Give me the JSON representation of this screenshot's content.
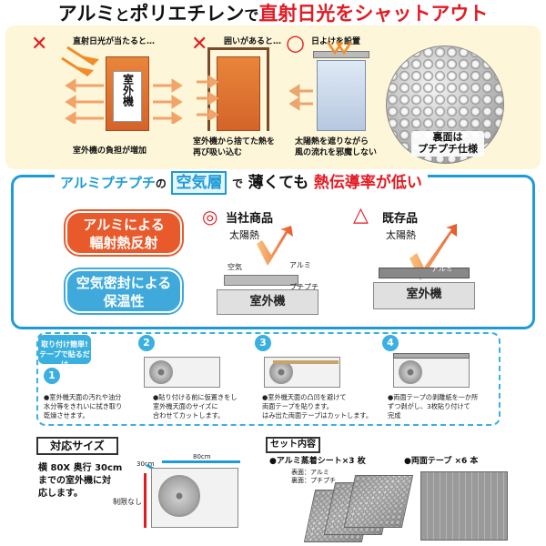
{
  "header": {
    "part1": "アルミ",
    "part2": "と",
    "part3": "ポリエチレン",
    "part4": "で",
    "part5": "直射日光をシャットアウト"
  },
  "top": {
    "panel1": {
      "mark": "✕",
      "label": "直射日光が当たると…",
      "unit": "室外機",
      "caption": "室外機の負担が増加"
    },
    "panel2": {
      "mark": "✕",
      "label": "囲いがあると…",
      "caption_line1": "室外機から捨てた熱を",
      "caption_line2": "再び吸い込む"
    },
    "panel3": {
      "mark": "○",
      "label": "日よけを設置",
      "caption_line1": "太陽熱を遮りながら",
      "caption_line2": "風の流れを邪魔しない"
    },
    "bubble": {
      "line1": "裏面は",
      "line2": "プチプチ仕様"
    }
  },
  "middle": {
    "title_part1": "アルミプチプチ",
    "title_part2": "の",
    "title_part3": "空気層",
    "title_part4": "で",
    "title_part5": "薄くても",
    "title_part6": "熱伝導率が低い",
    "pill1_line1": "アルミによる",
    "pill1_line2": "輻射熱反射",
    "pill2_line1": "空気密封による",
    "pill2_line2": "保温性",
    "ours_mark": "◎",
    "ours_label": "当社商品",
    "ours_heat": "太陽熱",
    "ours_air": "空気",
    "ours_alu": "アルミ",
    "ours_petit": "プチプチ",
    "ours_unit": "室外機",
    "existing_mark": "△",
    "existing_label": "既存品",
    "existing_heat": "太陽熱",
    "existing_alu": "アルミ",
    "existing_unit": "室外機"
  },
  "steps": {
    "intro_line1": "取り付け簡単!",
    "intro_line2": "テープで貼るだけ",
    "items": [
      {
        "num": "1",
        "l1": "●室外機天面の汚れや油分",
        "l2": "水分等をきれいに拭き取り",
        "l3": "乾燥させます。"
      },
      {
        "num": "2",
        "l1": "●貼り付ける前に仮置きをし",
        "l2": "室外機天面のサイズに",
        "l3": "合わせてカットします。"
      },
      {
        "num": "3",
        "l1": "●室外機天面の凸凹を避けて",
        "l2": "両面テープを貼ります。",
        "l3": "はみ出た両面テープはカットします。"
      },
      {
        "num": "4",
        "l1": "●両面テープの剥離紙を一か所",
        "l2": "ずつ剥がし、3枚貼り付けて",
        "l3": "完成"
      }
    ]
  },
  "bottom": {
    "size_title": "対応サイズ",
    "size_l1": "横 80X 奥行 30cm",
    "size_l2": "までの室外機に対",
    "size_l3": "応します。",
    "dim_depth": "30cm",
    "dim_width": "80cm",
    "dim_height": "制限なし",
    "set_title": "セット内容",
    "set_item1": "●アルミ蒸着シート×3 枚",
    "set_item1_a": "表面：アルミ",
    "set_item1_b": "裏面：プチプチ",
    "set_item2": "●両面テープ ×6 本"
  },
  "colors": {
    "red": "#e31b23",
    "blue": "#1e9bd7",
    "orange": "#e85a2c",
    "cream": "#fdf6d8"
  }
}
